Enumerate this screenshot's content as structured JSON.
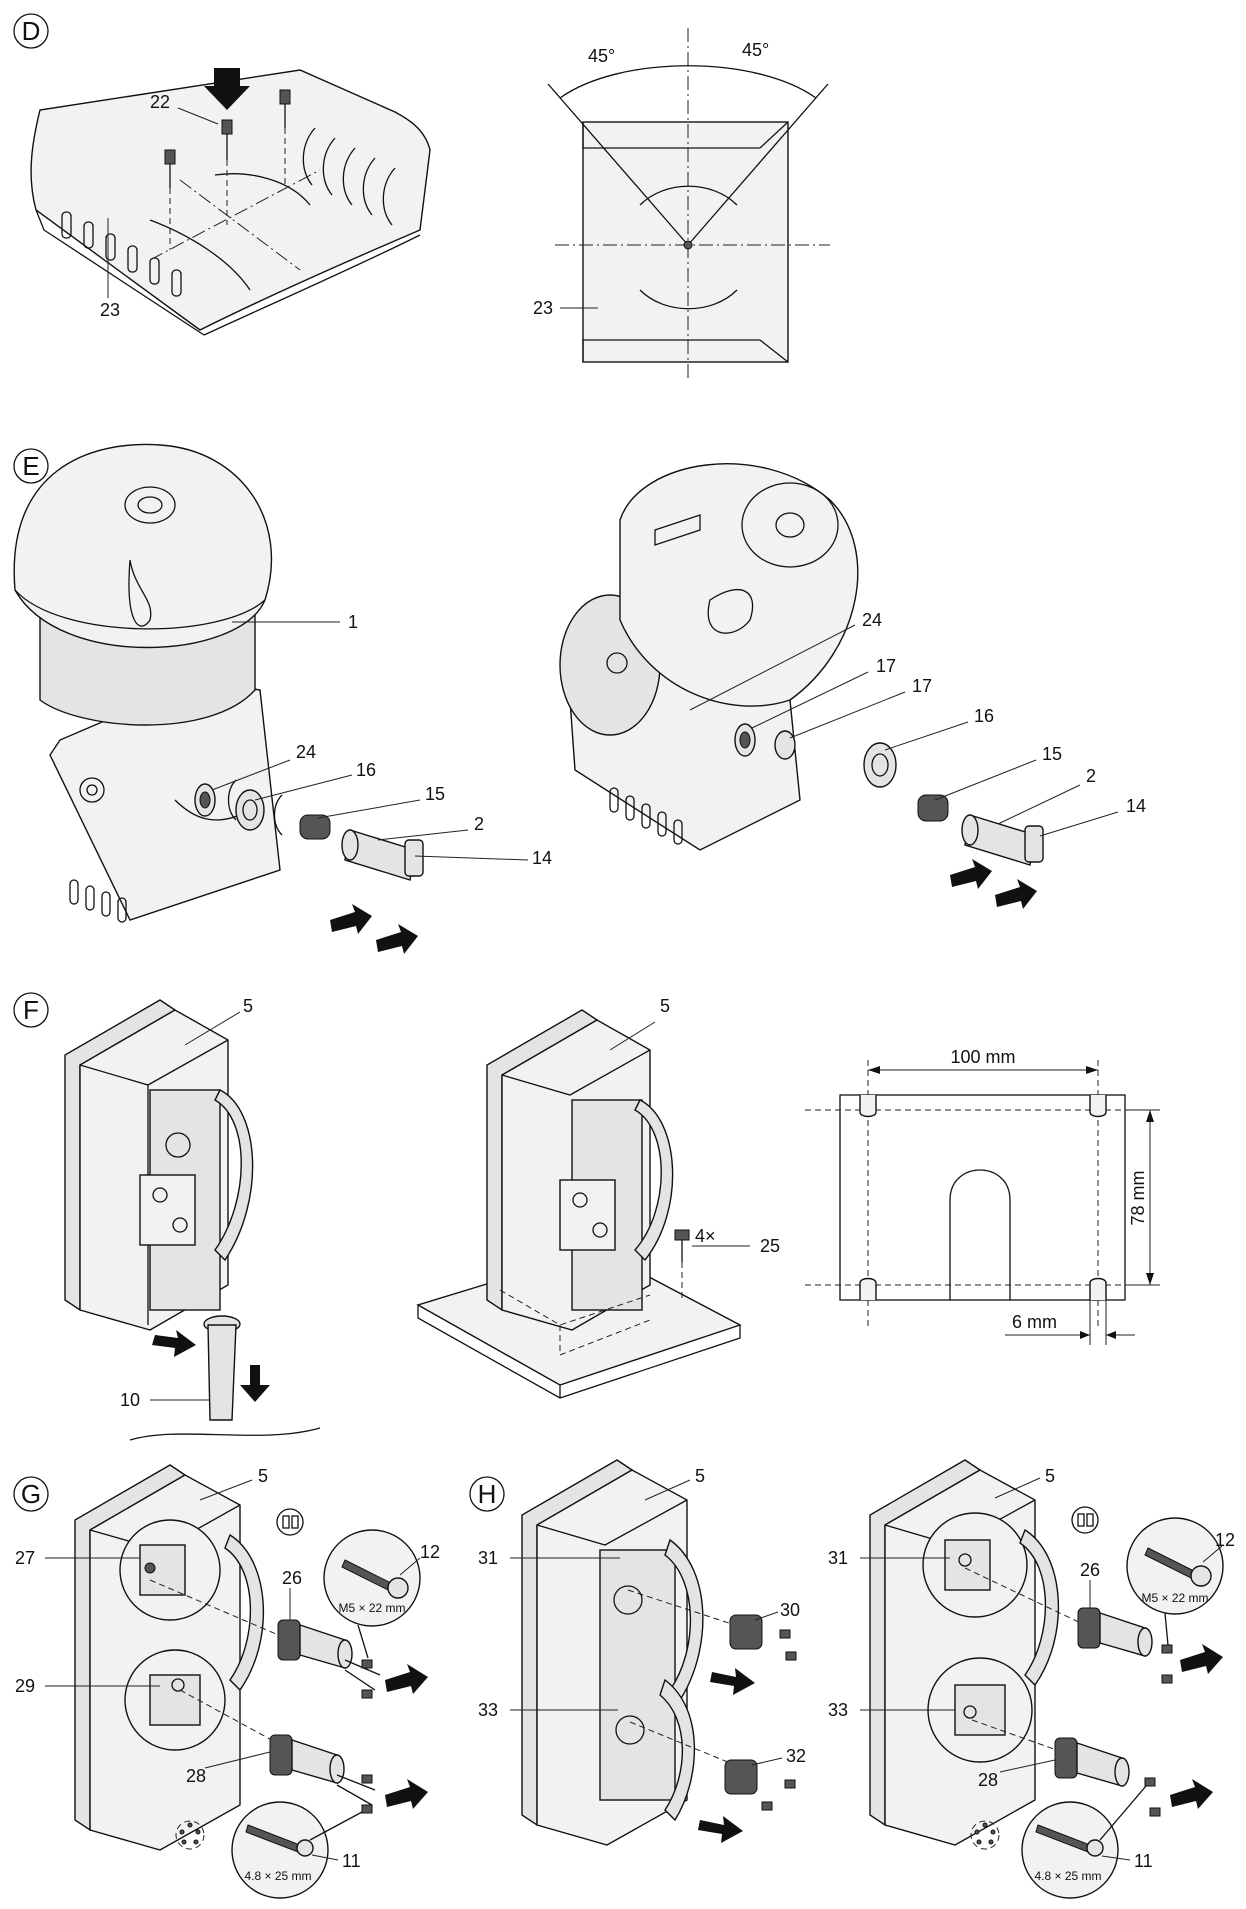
{
  "sections": {
    "D": "D",
    "E": "E",
    "F": "F",
    "G": "G",
    "H": "H"
  },
  "D": {
    "left": {
      "label_22": "22",
      "label_23": "23"
    },
    "right": {
      "angle_left": "45°",
      "angle_right": "45°",
      "label_23": "23"
    }
  },
  "E": {
    "left": {
      "label_1": "1",
      "label_24": "24",
      "label_16": "16",
      "label_15": "15",
      "label_2": "2",
      "label_14": "14"
    },
    "right": {
      "label_24": "24",
      "label_17a": "17",
      "label_17b": "17",
      "label_16": "16",
      "label_15": "15",
      "label_2": "2",
      "label_14": "14"
    }
  },
  "F": {
    "left": {
      "label_5": "5",
      "label_10": "10"
    },
    "middle": {
      "label_5": "5",
      "label_count": "4×",
      "label_25": "25"
    },
    "right": {
      "dim_width": "100 mm",
      "dim_height": "78 mm",
      "dim_slot": "6 mm"
    }
  },
  "G": {
    "label_5": "5",
    "label_27": "27",
    "label_29": "29",
    "label_26": "26",
    "label_12": "12",
    "screw_12_size": "M5 × 22 mm",
    "label_28": "28",
    "label_11": "11",
    "screw_11_size": "4.8 × 25 mm"
  },
  "H": {
    "left": {
      "label_5": "5",
      "label_31": "31",
      "label_30": "30",
      "label_33": "33",
      "label_32": "32"
    },
    "right": {
      "label_5": "5",
      "label_31": "31",
      "label_26": "26",
      "label_12": "12",
      "screw_12_size": "M5 × 22 mm",
      "label_33": "33",
      "label_28": "28",
      "label_11": "11",
      "screw_11_size": "4.8 × 25 mm"
    }
  }
}
